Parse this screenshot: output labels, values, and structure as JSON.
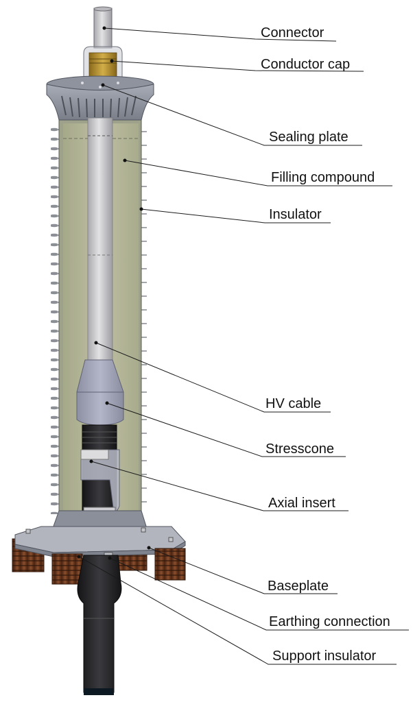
{
  "diagram": {
    "subject": "HV cable termination (outdoor sealing end), cut-away view",
    "colors": {
      "background": "#ffffff",
      "metal_grey": "#9a9ea8",
      "metal_dark": "#6e727c",
      "brass": "#b08a2a",
      "filling_compound": "#b7b89a",
      "filling_compound_dark": "#9c9d80",
      "cable_light": "#c9c9cb",
      "stresscone": "#a3a6b8",
      "cable_black": "#1e1e20",
      "support_insulator_brown": "#6b3a22",
      "leader_line": "#1a1a1a",
      "label_text": "#111111"
    },
    "labels": [
      {
        "id": "connector",
        "text": "Connector"
      },
      {
        "id": "conductor-cap",
        "text": "Conductor cap"
      },
      {
        "id": "sealing-plate",
        "text": "Sealing plate"
      },
      {
        "id": "filling-compound",
        "text": "Filling compound"
      },
      {
        "id": "insulator",
        "text": "Insulator"
      },
      {
        "id": "hv-cable",
        "text": "HV cable"
      },
      {
        "id": "stresscone",
        "text": "Stresscone"
      },
      {
        "id": "axial-insert",
        "text": "Axial insert"
      },
      {
        "id": "baseplate",
        "text": "Baseplate"
      },
      {
        "id": "earthing-connection",
        "text": "Earthing connection"
      },
      {
        "id": "support-insulator",
        "text": "Support insulator"
      }
    ]
  }
}
